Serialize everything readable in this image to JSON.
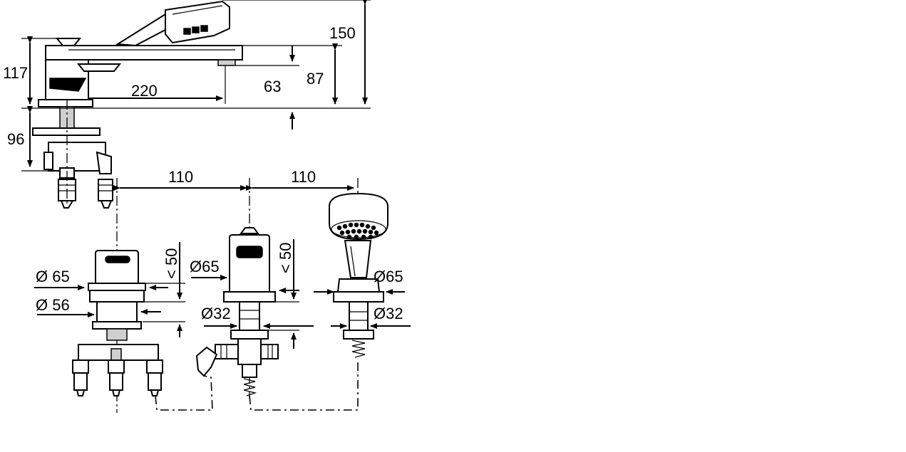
{
  "dimensions": {
    "overall_height": "150",
    "spout_height": "117",
    "outlet_height": "87",
    "outlet_clearance": "63",
    "spout_reach": "220",
    "below_deck": "96",
    "spacing_left": "110",
    "spacing_right": "110",
    "deck_thickness_left": "< 50",
    "deck_thickness_right": "< 50",
    "flange_dia_left": "Ø 65",
    "body_dia_left": "Ø 56",
    "flange_dia_mid": "Ø65",
    "shank_dia_mid": "Ø32",
    "flange_dia_right": "Ø65",
    "shank_dia_right": "Ø32"
  }
}
